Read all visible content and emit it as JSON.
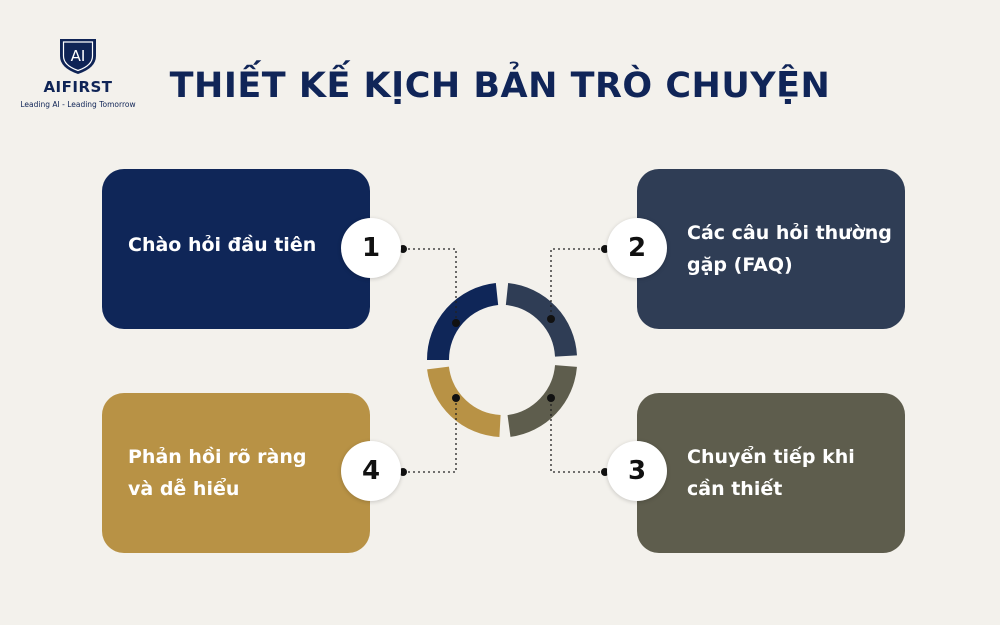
{
  "logo": {
    "mark": "AI",
    "brand": "AIFIRST",
    "tagline": "Leading AI - Leading Tomorrow"
  },
  "title": "THIẾT KẾ KỊCH BẢN TRÒ CHUYỆN",
  "steps": [
    {
      "number": "1",
      "lines": [
        "Chào hỏi đầu tiên"
      ],
      "color": "#0f2658"
    },
    {
      "number": "2",
      "lines": [
        "Các câu hỏi thường",
        "gặp (FAQ)"
      ],
      "color": "#2f3d55"
    },
    {
      "number": "3",
      "lines": [
        "Chuyển tiếp khi",
        "cần thiết"
      ],
      "color": "#5e5d4d"
    },
    {
      "number": "4",
      "lines": [
        "Phản hồi rõ ràng",
        "và dễ hiểu"
      ],
      "color": "#b89245"
    }
  ],
  "colors": {
    "background": "#f3f1ec",
    "title": "#102558",
    "ring_segments": [
      "#0f2658",
      "#2f3d55",
      "#5e5d4d",
      "#b89245"
    ]
  }
}
